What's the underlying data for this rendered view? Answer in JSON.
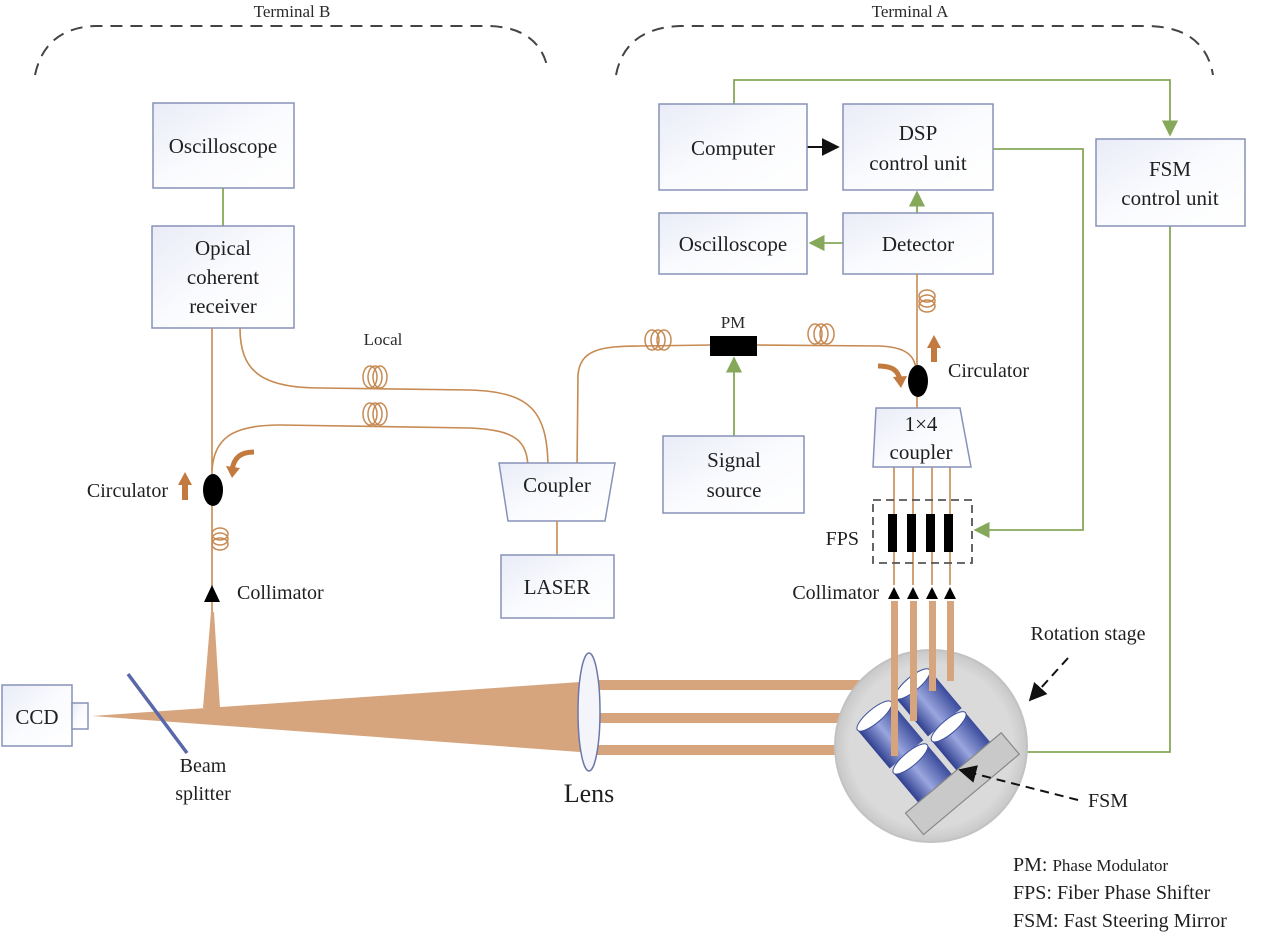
{
  "terminals": {
    "b": "Terminal B",
    "a": "Terminal A"
  },
  "terminal_b": {
    "oscilloscope": "Oscilloscope",
    "receiver": [
      "Opical",
      "coherent",
      "receiver"
    ],
    "local_label": "Local",
    "circulator_label": "Circulator",
    "collimator_label": "Collimator",
    "coupler": "Coupler",
    "laser": "LASER",
    "ccd": "CCD",
    "beam_splitter": [
      "Beam",
      "splitter"
    ],
    "lens": "Lens"
  },
  "terminal_a": {
    "computer": "Computer",
    "dsp": [
      "DSP",
      "control unit"
    ],
    "fsm_ctrl": [
      "FSM",
      "control unit"
    ],
    "oscilloscope": "Oscilloscope",
    "detector": "Detector",
    "pm_label": "PM",
    "circulator_label": "Circulator",
    "signal_source": [
      "Signal",
      "source"
    ],
    "coupler_1x4": [
      "1×4",
      "coupler"
    ],
    "fps_label": "FPS",
    "collimator_label": "Collimator",
    "rotation_stage": "Rotation stage",
    "fsm_label": "FSM"
  },
  "legend": [
    {
      "abbr": "PM:",
      "full": "Phase Modulator"
    },
    {
      "abbr": "FPS:",
      "full": "Fiber Phase Shifter"
    },
    {
      "abbr": "FSM:",
      "full": "Fast Steering Mirror"
    }
  ],
  "colors": {
    "fiber": "#c68a52",
    "control_line": "#86a85a",
    "beam": "#d6a57e",
    "box_border": "#8892b8",
    "mirror": "#3d4f9e",
    "stage": "#d9d9d9"
  }
}
